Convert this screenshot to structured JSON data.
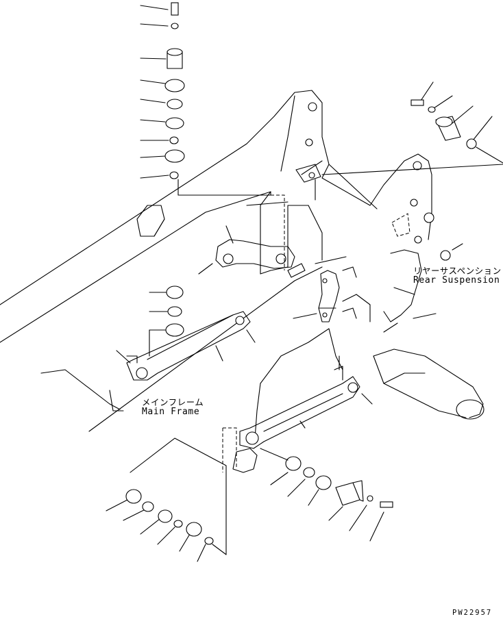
{
  "labels": {
    "rear_suspension_jp": "リヤーサスペンション",
    "rear_suspension_en": "Rear Suspension",
    "main_frame_jp": "メインフレーム",
    "main_frame_en": "Main Frame"
  },
  "drawing_code": "PW22957"
}
